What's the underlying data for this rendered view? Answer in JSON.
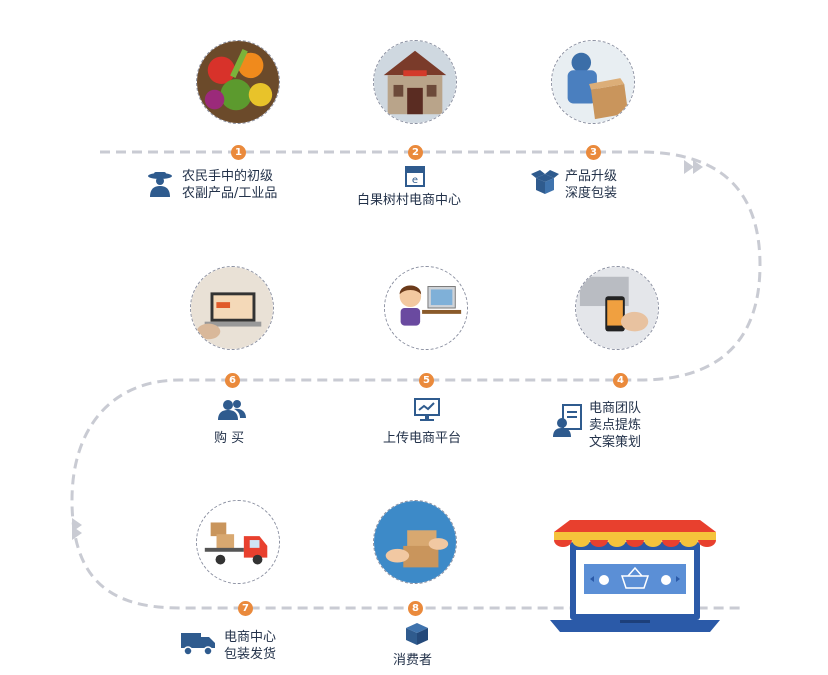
{
  "steps": [
    {
      "num": "1",
      "line1": "农民手中的初级",
      "line2": "农副产品/工业品",
      "icon": "farmer-icon",
      "photo": "vegetables-photo"
    },
    {
      "num": "2",
      "line1": "白果树村电商中心",
      "line2": "",
      "icon": "ecommerce-store-icon",
      "photo": "village-center-photo"
    },
    {
      "num": "3",
      "line1": "产品升级",
      "line2": "深度包装",
      "icon": "open-box-icon",
      "photo": "packaging-photo"
    },
    {
      "num": "4",
      "line1": "电商团队",
      "line2": "卖点提炼",
      "line3": "文案策划",
      "icon": "team-document-icon",
      "photo": "smartphone-photo"
    },
    {
      "num": "5",
      "line1": "上传电商平台",
      "line2": "",
      "icon": "monitor-icon",
      "photo": "kid-computer-photo"
    },
    {
      "num": "6",
      "line1": "购  买",
      "line2": "",
      "icon": "users-icon",
      "photo": "online-shopping-photo"
    },
    {
      "num": "7",
      "line1": "电商中心",
      "line2": "包装发货",
      "icon": "delivery-truck-icon",
      "photo": "truck-photo"
    },
    {
      "num": "8",
      "line1": "消费者",
      "line2": "",
      "icon": "package-icon",
      "photo": "delivery-handover-photo"
    }
  ],
  "colors": {
    "accent": "#ea8a3c",
    "icon": "#2f5b8e",
    "path": "#c9cbd3",
    "awning_red": "#e8402e",
    "awning_yellow": "#f5c33b",
    "screen": "#5b8fd6"
  },
  "decor": {
    "illustration": "online-shop-laptop-illustration"
  }
}
